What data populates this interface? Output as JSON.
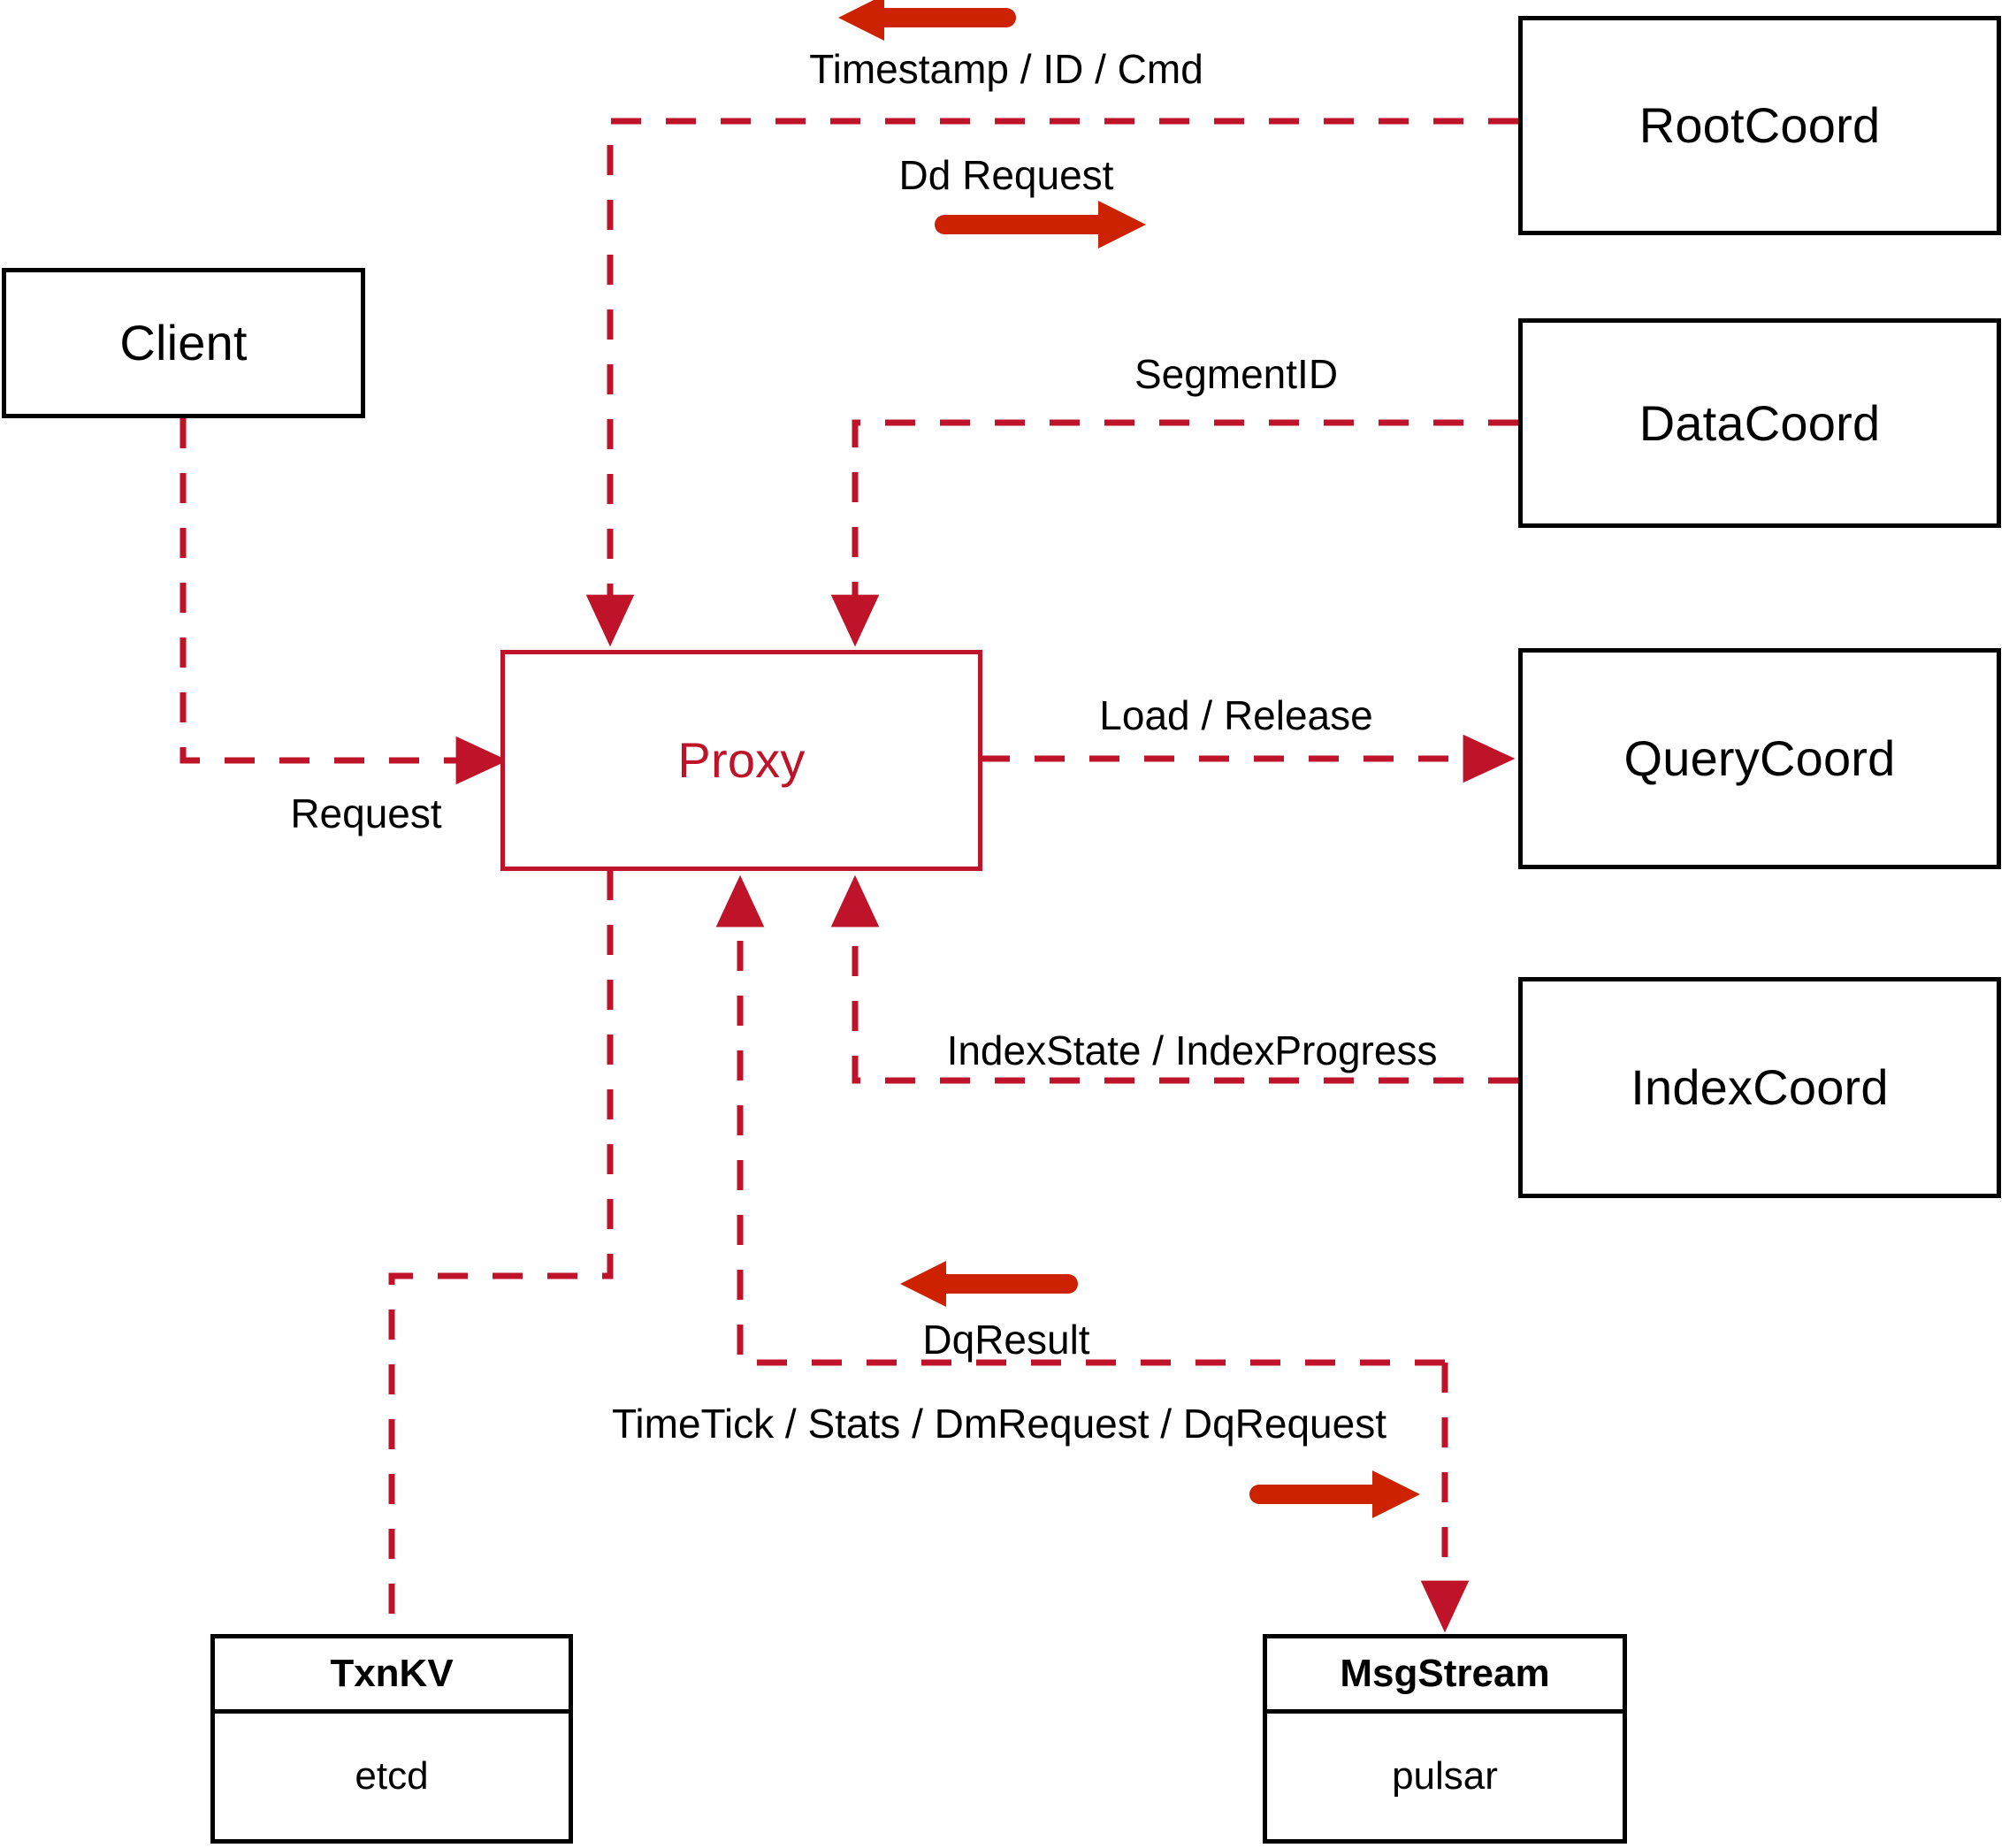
{
  "diagram": {
    "title": "Milvus Proxy interaction diagram",
    "colors": {
      "box_stroke": "#000000",
      "proxy_stroke": "#BE1328",
      "dashed_edge": "#BE1328",
      "bold_arrow": "#CC2200",
      "background": "#FFFFFF",
      "text": "#000000"
    }
  },
  "nodes": {
    "client": {
      "label": "Client"
    },
    "proxy": {
      "label": "Proxy"
    },
    "root_coord": {
      "label": "RootCoord"
    },
    "data_coord": {
      "label": "DataCoord"
    },
    "query_coord": {
      "label": "QueryCoord"
    },
    "index_coord": {
      "label": "IndexCoord"
    },
    "txnkv": {
      "header": "TxnKV",
      "body": "etcd"
    },
    "msgstream": {
      "header": "MsgStream",
      "body": "pulsar"
    }
  },
  "edges": [
    {
      "id": "timestamp-id-cmd",
      "label": "Timestamp / ID / Cmd",
      "from": "RootCoord",
      "to": "Proxy",
      "direction": "left"
    },
    {
      "id": "dd-request",
      "label": "Dd Request",
      "from": "Proxy",
      "to": "RootCoord",
      "direction": "right"
    },
    {
      "id": "segment-id",
      "label": "SegmentID",
      "from": "DataCoord",
      "to": "Proxy",
      "direction": "left"
    },
    {
      "id": "load-release",
      "label": "Load / Release",
      "from": "Proxy",
      "to": "QueryCoord",
      "direction": "right"
    },
    {
      "id": "index-state-progress",
      "label": "IndexState / IndexProgress",
      "from": "IndexCoord",
      "to": "Proxy",
      "direction": "left"
    },
    {
      "id": "request",
      "label": "Request",
      "from": "Client",
      "to": "Proxy",
      "direction": "right"
    },
    {
      "id": "dq-result",
      "label": "DqResult",
      "from": "MsgStream",
      "to": "Proxy",
      "direction": "left"
    },
    {
      "id": "timetick-stats-dmrequest-dqrequest",
      "label": "TimeTick / Stats / DmRequest / DqRequest",
      "from": "Proxy",
      "to": "MsgStream",
      "direction": "right"
    }
  ],
  "edge_labels": {
    "timestamp_id_cmd": "Timestamp / ID / Cmd",
    "dd_request": "Dd Request",
    "segment_id": "SegmentID",
    "load_release": "Load / Release",
    "index_state_progress": "IndexState / IndexProgress",
    "request": "Request",
    "dq_result": "DqResult",
    "timetick_stats": "TimeTick / Stats / DmRequest / DqRequest"
  }
}
